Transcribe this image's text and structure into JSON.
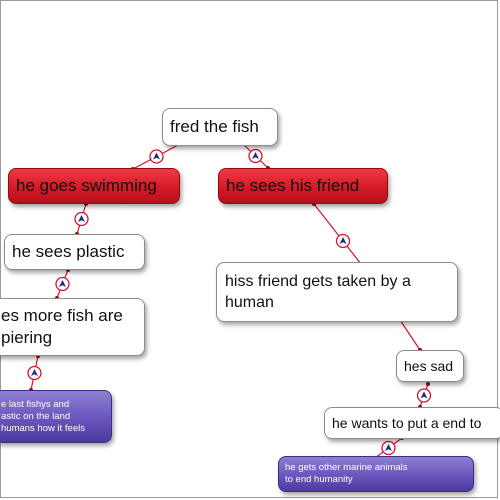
{
  "nodes": {
    "fred": {
      "text": "fred the fish"
    },
    "swimming": {
      "text": "he goes swimming"
    },
    "friend": {
      "text": "he  sees his friend"
    },
    "plastic": {
      "text": "he sees plastic"
    },
    "morefish_l1": {
      "text": "es more fish are"
    },
    "morefish_l2": {
      "text": "piering"
    },
    "lastfishys_l1": {
      "text": "e last fishys and"
    },
    "lastfishys_l2": {
      "text": "astic on the land"
    },
    "lastfishys_l3": {
      "text": "humans how it feels"
    },
    "taken_l1": {
      "text": "hiss friend gets taken by a"
    },
    "taken_l2": {
      "text": "human"
    },
    "sad": {
      "text": "hes sad"
    },
    "putend": {
      "text": "he wants to put a end to"
    },
    "marine_l1": {
      "text": "he gets other marine animals"
    },
    "marine_l2": {
      "text": "to end humanity"
    }
  },
  "colors": {
    "connector": "#d9122c",
    "badge_fill": "#ffffff",
    "badge_icon": "#1f2a7a",
    "badge_ring": "#d9122c"
  },
  "icons": {
    "relation_badge": "relation-arrow-icon"
  }
}
